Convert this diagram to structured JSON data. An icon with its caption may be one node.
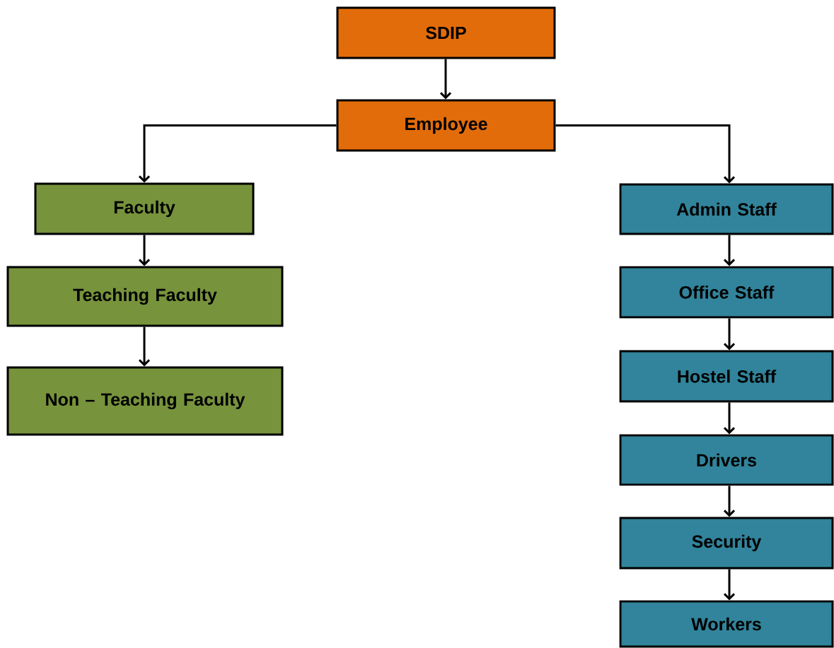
{
  "diagram": {
    "nodes": [
      {
        "text": [
          "SDIP"
        ]
      },
      {
        "text": [
          "Employee"
        ]
      },
      {
        "text": [
          "Faculty"
        ]
      },
      {
        "text": [
          "Teaching Faculty"
        ]
      },
      {
        "text": [
          "Non – Teaching Faculty"
        ]
      },
      {
        "text": [
          "Admin Staff"
        ]
      },
      {
        "text": [
          "Office Staff"
        ]
      },
      {
        "text": [
          "Hostel Staff"
        ]
      },
      {
        "text": [
          "Drivers"
        ]
      },
      {
        "text": [
          "Security"
        ]
      },
      {
        "text": [
          "Workers"
        ]
      }
    ],
    "edges": [
      {
        "from": 0,
        "to": 1,
        "arrow": "to"
      },
      {
        "from": 1,
        "to": 2,
        "arrow": "to"
      },
      {
        "from": 2,
        "to": 3,
        "arrow": "to"
      },
      {
        "from": 3,
        "to": 4,
        "arrow": "to"
      },
      {
        "from": 1,
        "to": 5,
        "arrow": "to"
      },
      {
        "from": 5,
        "to": 6,
        "arrow": "to"
      },
      {
        "from": 6,
        "to": 7,
        "arrow": "to"
      },
      {
        "from": 7,
        "to": 8,
        "arrow": "to"
      },
      {
        "from": 8,
        "to": 9,
        "arrow": "to"
      },
      {
        "from": 9,
        "to": 10,
        "arrow": "to"
      }
    ]
  }
}
